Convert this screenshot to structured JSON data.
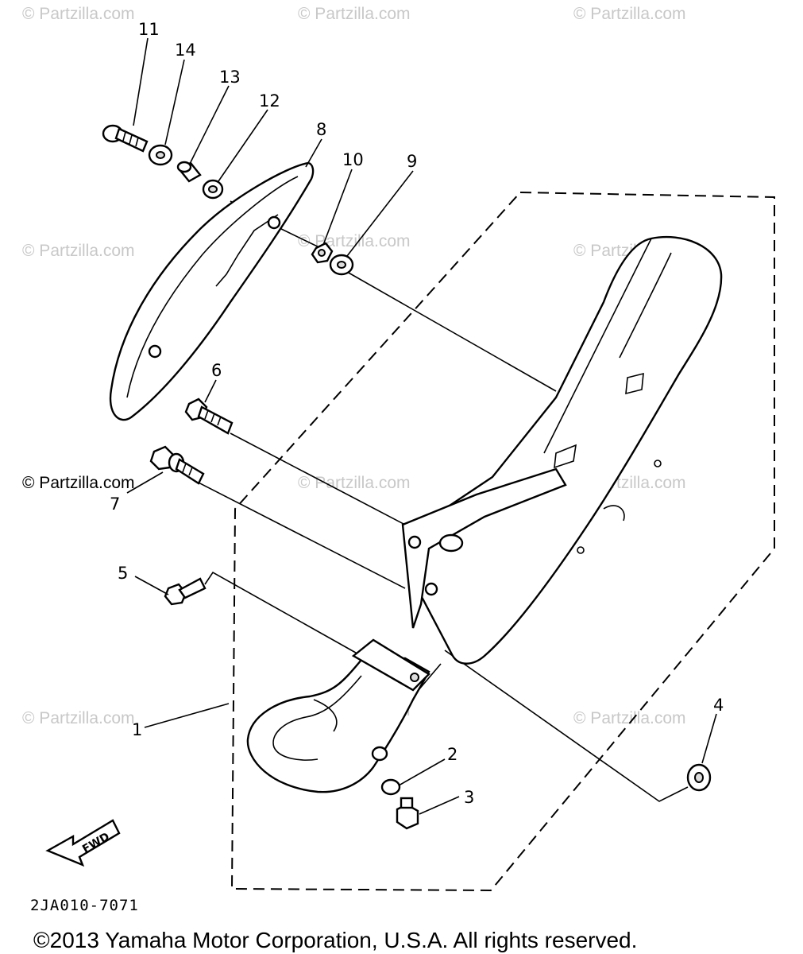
{
  "watermark": "© Partzilla.com",
  "callouts": [
    "11",
    "14",
    "13",
    "12",
    "8",
    "10",
    "9",
    "6",
    "7",
    "5",
    "1",
    "2",
    "3",
    "4"
  ],
  "part_code": "2JA010-7071",
  "fwd_label": "FWD",
  "copyright": "©2013  Yamaha Motor Corporation, U.S.A. All rights reserved."
}
